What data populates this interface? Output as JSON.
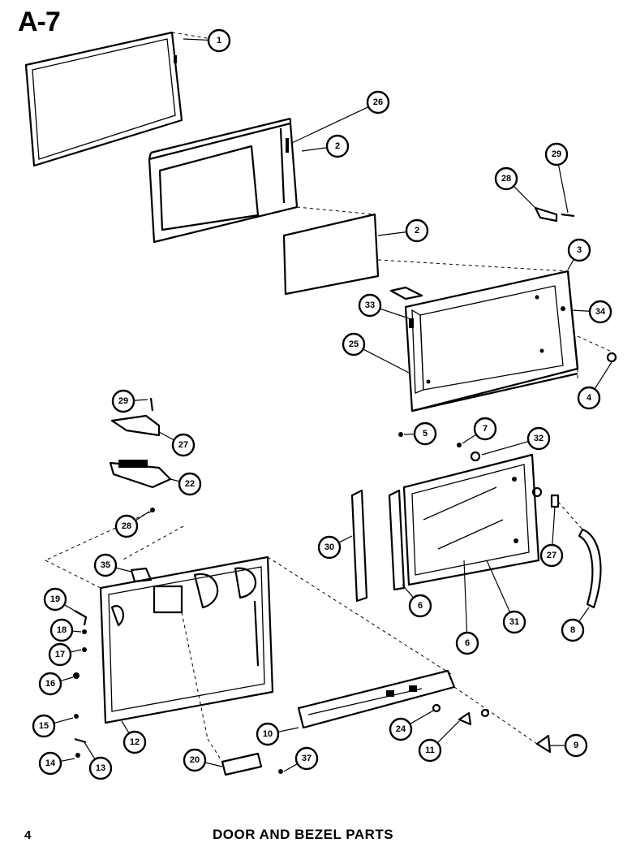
{
  "section_id": "A-7",
  "page_number": "4",
  "caption": "DOOR AND BEZEL PARTS",
  "callouts": [
    {
      "label": "1"
    },
    {
      "label": "26"
    },
    {
      "label": "2"
    },
    {
      "label": "29"
    },
    {
      "label": "28"
    },
    {
      "label": "2"
    },
    {
      "label": "3"
    },
    {
      "label": "33"
    },
    {
      "label": "34"
    },
    {
      "label": "25"
    },
    {
      "label": "4"
    },
    {
      "label": "29"
    },
    {
      "label": "27"
    },
    {
      "label": "22"
    },
    {
      "label": "28"
    },
    {
      "label": "5"
    },
    {
      "label": "7"
    },
    {
      "label": "32"
    },
    {
      "label": "35"
    },
    {
      "label": "30"
    },
    {
      "label": "27"
    },
    {
      "label": "19"
    },
    {
      "label": "6"
    },
    {
      "label": "18"
    },
    {
      "label": "31"
    },
    {
      "label": "17"
    },
    {
      "label": "8"
    },
    {
      "label": "6"
    },
    {
      "label": "16"
    },
    {
      "label": "15"
    },
    {
      "label": "12"
    },
    {
      "label": "10"
    },
    {
      "label": "24"
    },
    {
      "label": "11"
    },
    {
      "label": "9"
    },
    {
      "label": "14"
    },
    {
      "label": "13"
    },
    {
      "label": "20"
    },
    {
      "label": "37"
    }
  ]
}
